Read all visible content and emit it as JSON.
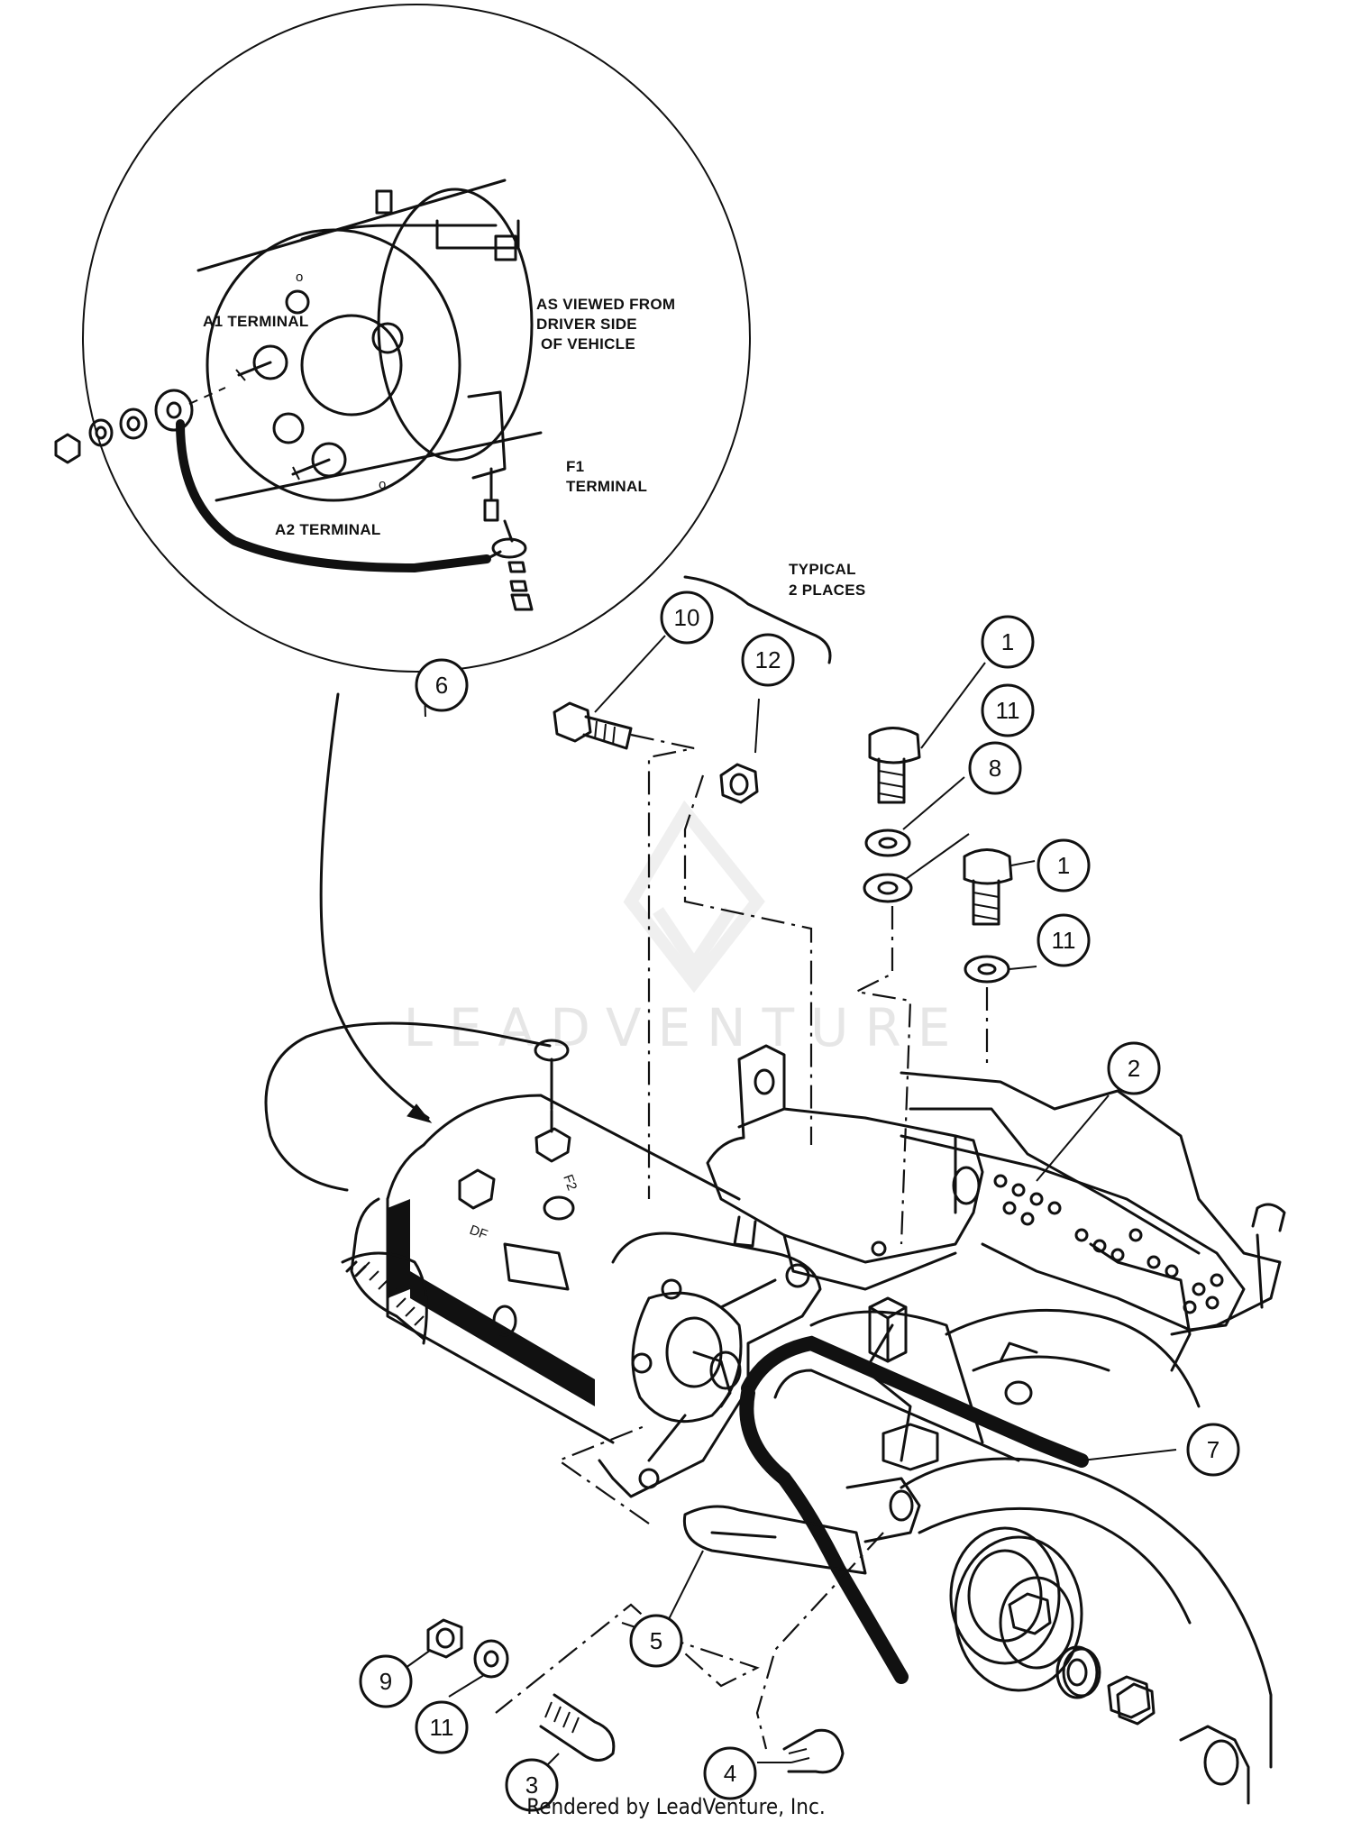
{
  "labels": {
    "a1_terminal": "A1 TERMINAL",
    "a2_terminal": "A2 TERMINAL",
    "f1_terminal_line1": "F1",
    "f1_terminal_line2": "TERMINAL",
    "viewed_line1": "AS VIEWED FROM",
    "viewed_line2": "DRIVER SIDE",
    "viewed_line3": "OF VEHICLE",
    "typical_line1": "TYPICAL",
    "typical_line2": "2 PLACES",
    "f2_mark": "F2",
    "df_mark": "DF",
    "o_mark": "o"
  },
  "callouts": {
    "c1a": "1",
    "c1b": "1",
    "c2": "2",
    "c3": "3",
    "c4": "4",
    "c5": "5",
    "c6": "6",
    "c7": "7",
    "c8": "8",
    "c9": "9",
    "c10": "10",
    "c11a": "11",
    "c11b": "11",
    "c11c": "11",
    "c12": "12"
  },
  "watermark": "LEADVENTURE",
  "footer": "Rendered by LeadVenture, Inc."
}
